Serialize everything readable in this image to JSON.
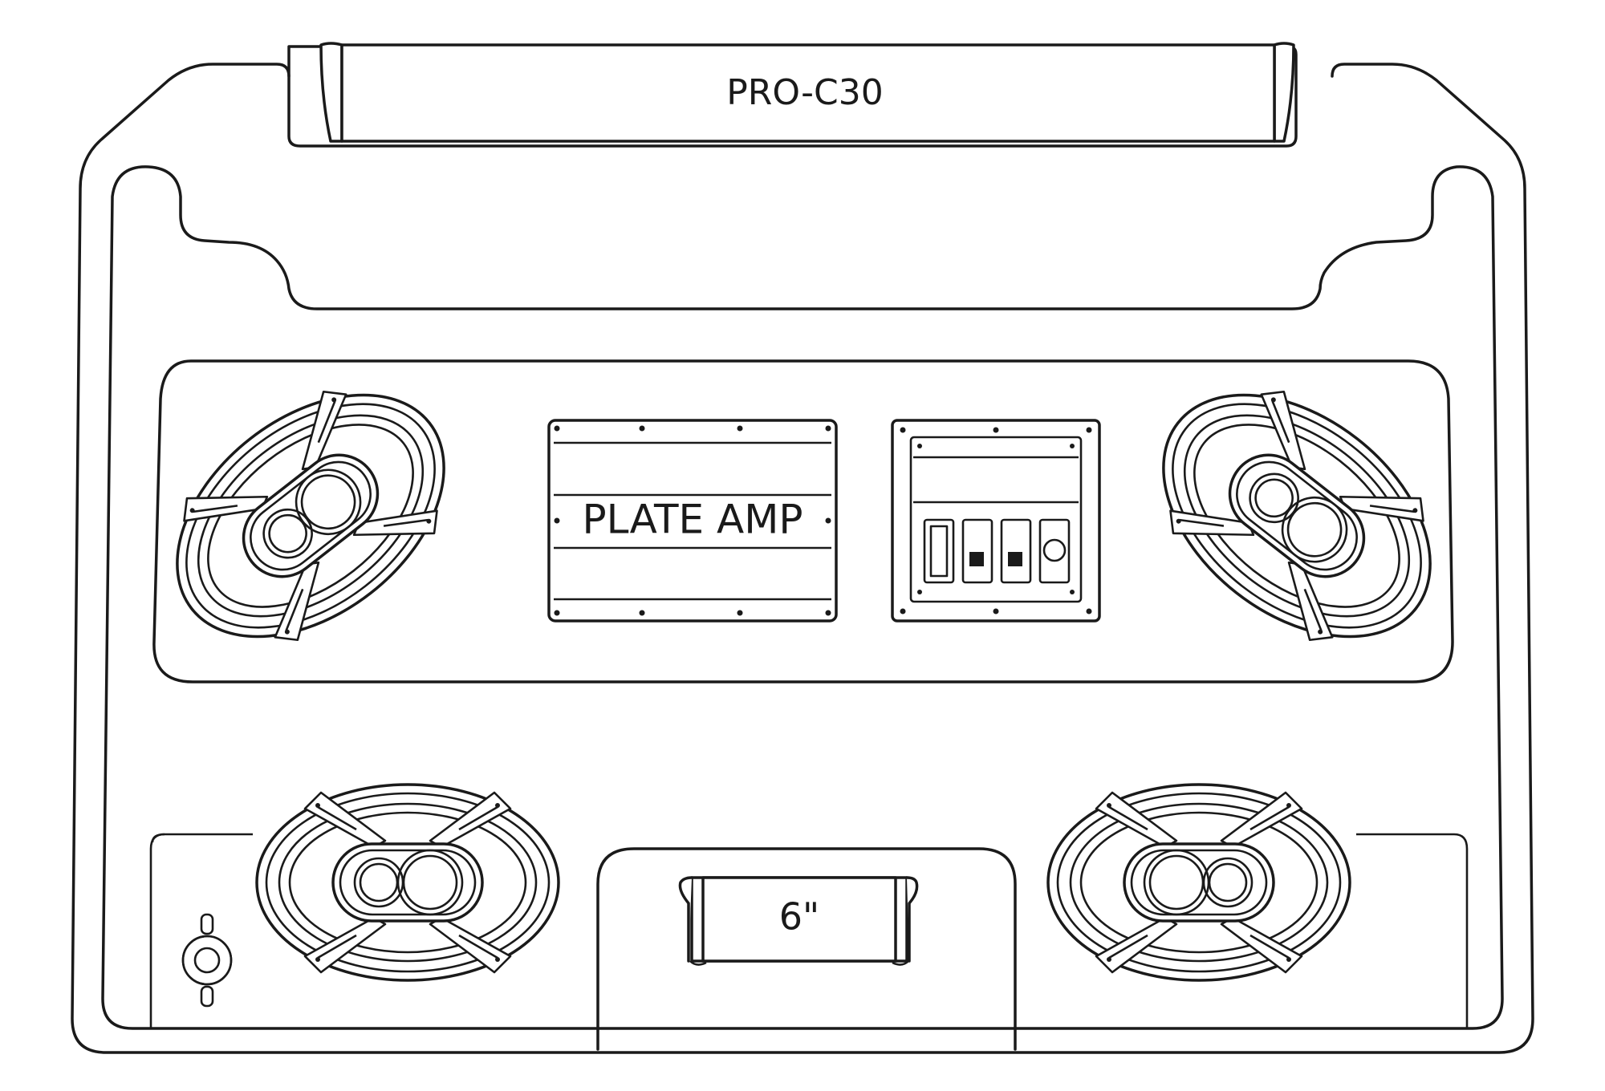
{
  "labels": {
    "top_plate": "PRO-C30",
    "amplifier": "PLATE AMP",
    "bottom_plate": "6\""
  },
  "colors": {
    "line": "#1a1a1a",
    "background": "#ffffff"
  },
  "icons": {
    "switch_panel": "switch-panel-icon",
    "speaker": "speaker-grille-icon",
    "connector": "keyhole-connector-icon"
  }
}
